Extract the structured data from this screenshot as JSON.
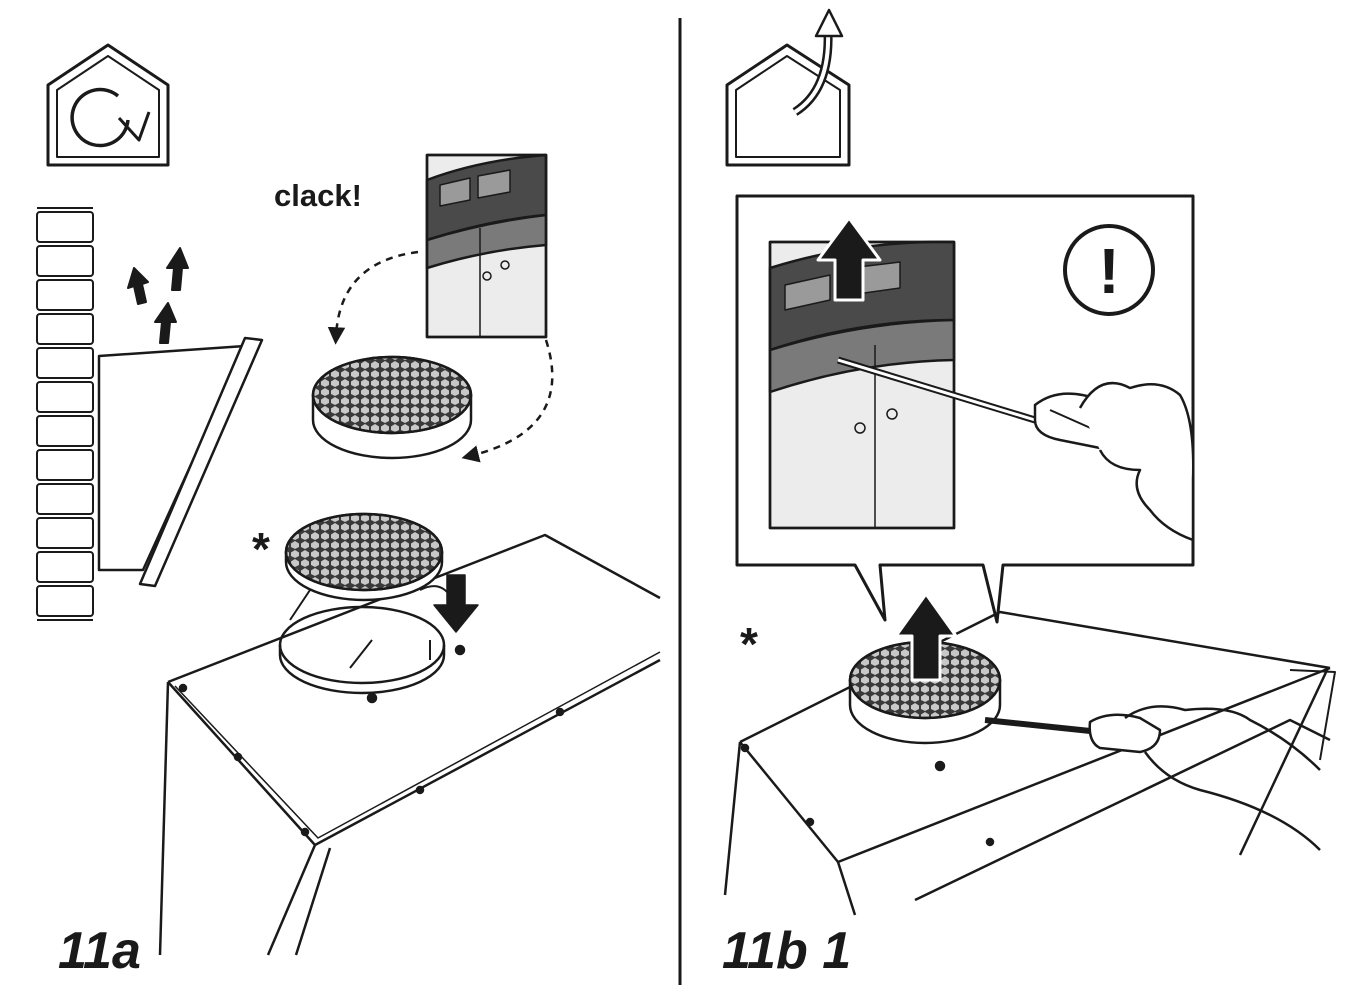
{
  "colors": {
    "ink": "#1a1a1a",
    "panel_gray": "#e9e9e9",
    "dark_gray": "#6f6f6f",
    "paper": "#ffffff"
  },
  "panel_a": {
    "step_label": "11a",
    "sound_label": "clack!",
    "asterisk": "*",
    "icon": "recirculation-house-icon"
  },
  "panel_b": {
    "step_label": "11b 1",
    "asterisk": "*",
    "warning_symbol": "!",
    "icon": "extraction-house-icon"
  }
}
